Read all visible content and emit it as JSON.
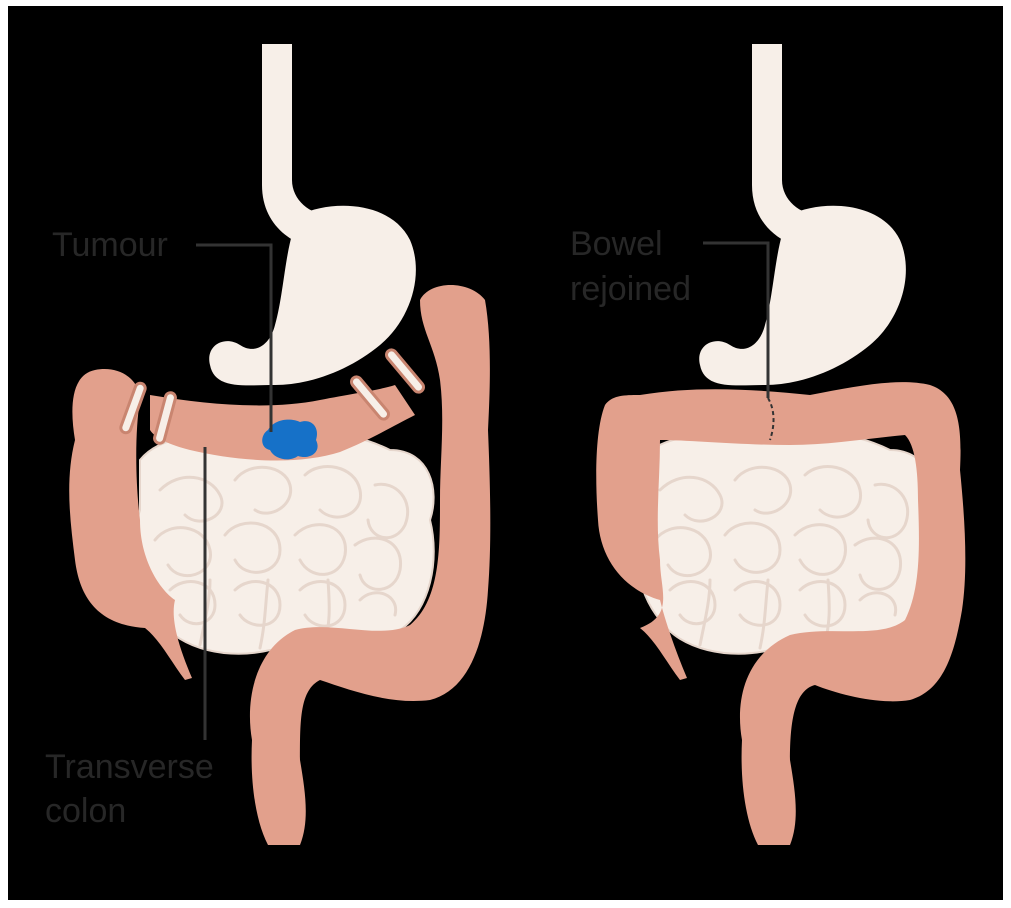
{
  "labels": {
    "tumour": "Tumour",
    "transverse_line1": "Transverse",
    "transverse_line2": "colon",
    "bowel_line1": "Bowel",
    "bowel_line2": "rejoined"
  },
  "colors": {
    "background": "#000000",
    "border": "#ffffff",
    "organ_cream": "#f7efe8",
    "organ_outline": "#e6d6cc",
    "colon_salmon": "#e2a08c",
    "colon_dark": "#c98570",
    "tumour_blue": "#1671c8",
    "leader_line": "#333333",
    "label_text": "#272727"
  },
  "icons": {
    "left_panel": "digestive-system-with-tumour-icon",
    "right_panel": "digestive-system-bowel-rejoined-icon"
  }
}
